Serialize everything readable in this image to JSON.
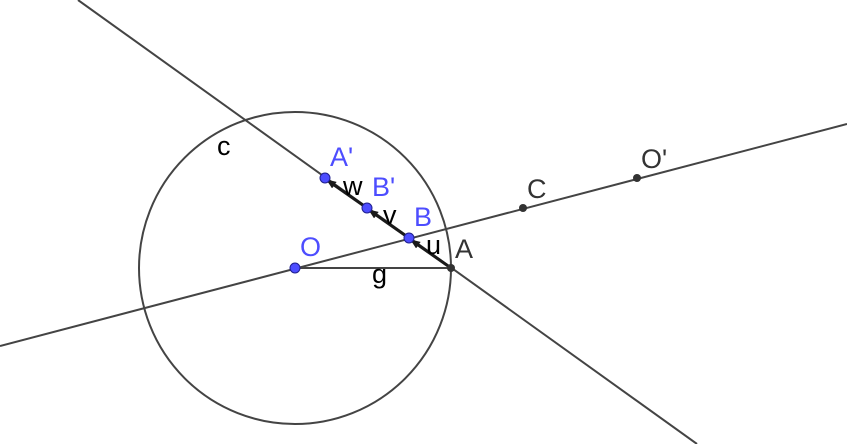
{
  "colors": {
    "line": "#444444",
    "vector": "#1a1a1a",
    "free_point": "#4d4dff",
    "dependent_point": "#333333",
    "free_label": "#4d4dff",
    "dependent_label": "#333333",
    "object_label": "#000000"
  },
  "labels": {
    "circle": "c",
    "segment": "g",
    "vector_u": "u",
    "vector_v": "v",
    "vector_w": "w"
  },
  "points": {
    "O": "O",
    "A": "A",
    "B": "B",
    "B_prime": "B'",
    "A_prime": "A'",
    "C": "C",
    "O_prime": "O'"
  }
}
